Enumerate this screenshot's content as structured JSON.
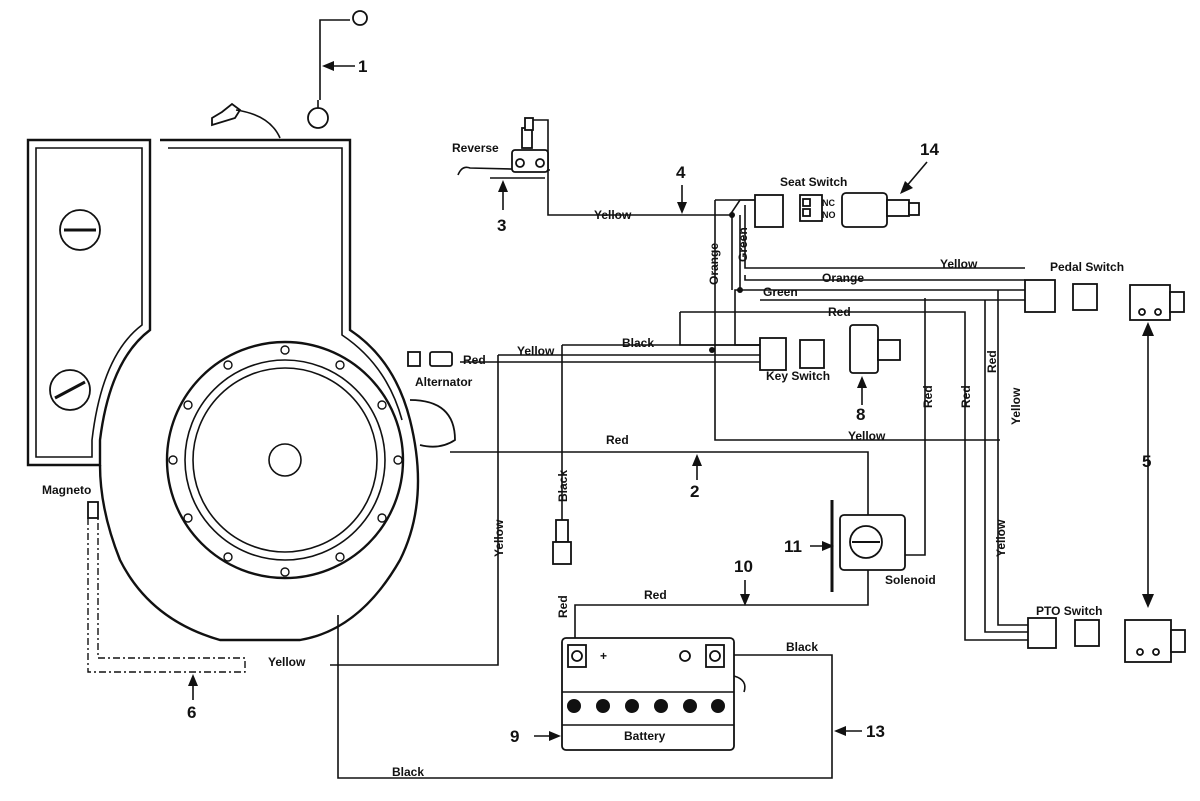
{
  "components": {
    "reverse": "Reverse",
    "seat_switch": "Seat Switch",
    "pedal_switch": "Pedal Switch",
    "key_switch": "Key Switch",
    "alternator": "Alternator",
    "magneto": "Magneto",
    "solenoid": "Solenoid",
    "pto_switch": "PTO Switch",
    "battery": "Battery",
    "battery_plus": "+",
    "nc": "NC",
    "no": "NO"
  },
  "wire_labels": {
    "yellow": "Yellow",
    "green": "Green",
    "orange": "Orange",
    "red": "Red",
    "black": "Black"
  },
  "callouts": [
    "1",
    "2",
    "3",
    "4",
    "5",
    "6",
    "8",
    "9",
    "10",
    "11",
    "13",
    "14"
  ]
}
